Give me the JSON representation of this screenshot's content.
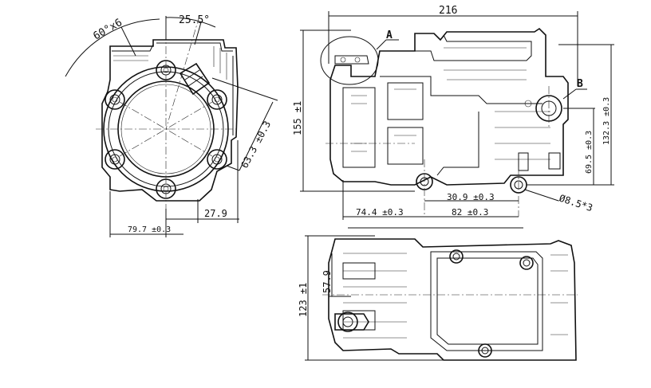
{
  "drawing": {
    "colors": {
      "line": "#111111",
      "background": "#ffffff"
    },
    "front_view": {
      "angle_label": "60°x6",
      "angle_offset_label": "25.5°",
      "diag_label": "63.3 ±0.3",
      "width_label": "79.7 ±0.3",
      "offset_label": "27.9"
    },
    "side_view": {
      "overall_length": "216",
      "height": "155 ±1",
      "marker_a": "A",
      "marker_b": "B",
      "dim_132": "132.3 ±0.3",
      "dim_69": "69.5 ±0.3",
      "dim_30": "30.9 ±0.3",
      "dim_74": "74.4 ±0.3",
      "dim_82": "82 ±0.3",
      "hole_dia": "Ø8.5*3"
    },
    "bottom_view": {
      "width": "123 ±1",
      "offset": "57.9"
    }
  }
}
